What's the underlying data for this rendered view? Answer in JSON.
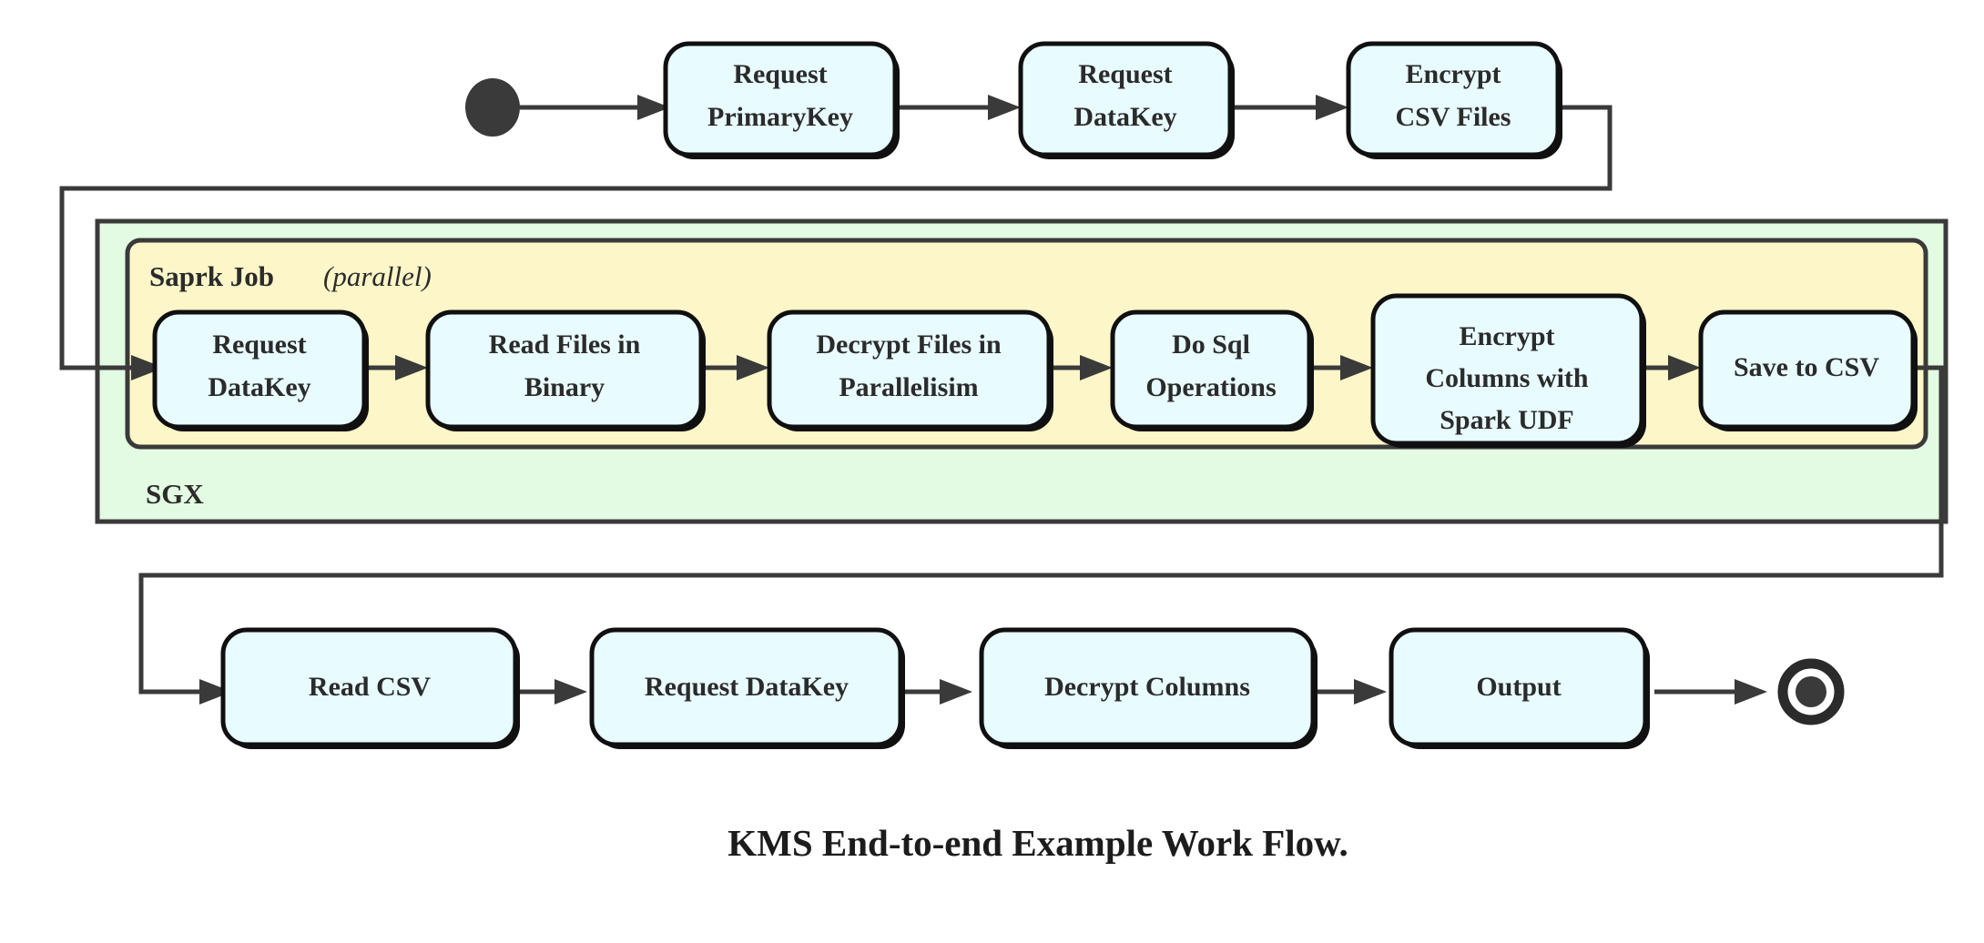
{
  "diagram": {
    "caption": "KMS End-to-end Example Work Flow.",
    "colors": {
      "node_fill": "#e8fbff",
      "node_stroke": "#101010",
      "sgx_fill": "#e3fbe3",
      "spark_fill": "#fdf6c8",
      "edge": "#3a3a3a",
      "text": "#2b2b2b",
      "background": "#ffffff"
    },
    "containers": [
      {
        "id": "sgx",
        "label": "SGX",
        "label_position": "bottom-left"
      },
      {
        "id": "spark",
        "label_main": "Saprk Job",
        "label_modifier": "(parallel)",
        "label_position": "top-left"
      }
    ],
    "markers": {
      "start": "filled-circle",
      "end": "double-circle"
    },
    "rows": {
      "top": {
        "nodes": [
          {
            "id": "request-primarykey",
            "lines": [
              "Request",
              "PrimaryKey"
            ]
          },
          {
            "id": "request-datakey-top",
            "lines": [
              "Request",
              "DataKey"
            ]
          },
          {
            "id": "encrypt-csv-files",
            "lines": [
              "Encrypt",
              "CSV Files"
            ]
          }
        ]
      },
      "middle": {
        "nodes": [
          {
            "id": "request-datakey-mid",
            "lines": [
              "Request",
              "DataKey"
            ]
          },
          {
            "id": "read-files-in-binary",
            "lines": [
              "Read Files in",
              "Binary"
            ]
          },
          {
            "id": "decrypt-files-in-parallelisim",
            "lines": [
              "Decrypt Files in",
              "Parallelisim"
            ]
          },
          {
            "id": "do-sql-operations",
            "lines": [
              "Do Sql",
              "Operations"
            ]
          },
          {
            "id": "encrypt-columns-with-spark-udf",
            "lines": [
              "Encrypt",
              "Columns with",
              "Spark UDF"
            ]
          },
          {
            "id": "save-to-csv",
            "lines": [
              "Save to CSV"
            ]
          }
        ]
      },
      "bottom": {
        "nodes": [
          {
            "id": "read-csv",
            "lines": [
              "Read CSV"
            ]
          },
          {
            "id": "request-datakey-bottom",
            "lines": [
              "Request DataKey"
            ]
          },
          {
            "id": "decrypt-columns",
            "lines": [
              "Decrypt Columns"
            ]
          },
          {
            "id": "output",
            "lines": [
              "Output"
            ]
          }
        ]
      }
    },
    "flow_order": [
      "start",
      "Request PrimaryKey",
      "Request DataKey",
      "Encrypt CSV Files",
      "Request DataKey",
      "Read Files in Binary",
      "Decrypt Files in Parallelisim",
      "Do Sql Operations",
      "Encrypt Columns with Spark UDF",
      "Save to CSV",
      "Read CSV",
      "Request DataKey",
      "Decrypt Columns",
      "Output",
      "end"
    ]
  }
}
